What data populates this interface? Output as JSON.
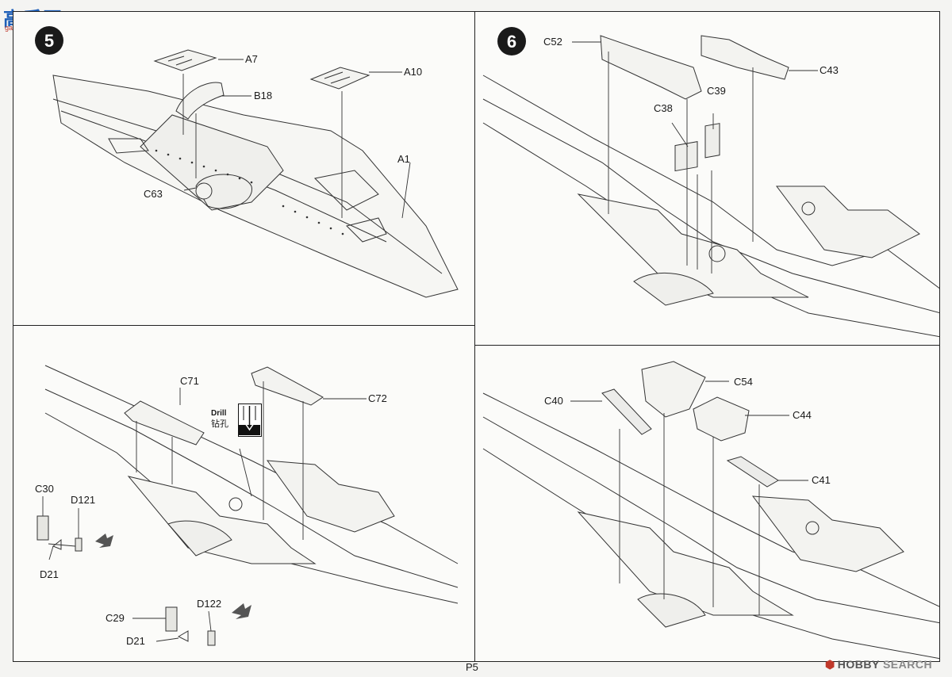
{
  "logo": {
    "text": "高手网",
    "url": "gao-shou.com"
  },
  "page_number": "P5",
  "watermark": {
    "brand": "HOBBY",
    "suffix": "SEARCH",
    "icon": "hobbysearch-logo-icon"
  },
  "steps": {
    "step5": {
      "number": "5",
      "labels": {
        "a7": "A7",
        "b18": "B18",
        "a10": "A10",
        "a1": "A1",
        "c63": "C63"
      }
    },
    "step6": {
      "number": "6",
      "labels": {
        "c52": "C52",
        "c43": "C43",
        "c38": "C38",
        "c39": "C39"
      }
    },
    "step7": {
      "labels": {
        "c71": "C71",
        "c72": "C72",
        "c30": "C30",
        "d121": "D121",
        "d21a": "D21",
        "c29": "C29",
        "d122": "D122",
        "d21b": "D21"
      },
      "drill": {
        "en": "Drill",
        "zh": "钻孔"
      }
    },
    "step8": {
      "labels": {
        "c54": "C54",
        "c40": "C40",
        "c44": "C44",
        "c41": "C41"
      }
    }
  }
}
